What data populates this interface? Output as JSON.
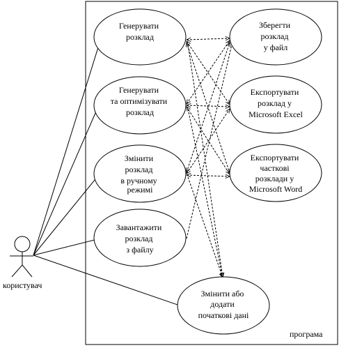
{
  "system": {
    "label": "програма"
  },
  "actor": {
    "label": "користувач"
  },
  "use_cases": {
    "generate": {
      "lines": [
        "Генерувати",
        "розклад"
      ]
    },
    "generate_optimize": {
      "lines": [
        "Генерувати",
        "та оптимізувати",
        "розклад"
      ]
    },
    "edit_manual": {
      "lines": [
        "Змінити",
        "розклад",
        "в ручному",
        "режимі"
      ]
    },
    "load_file": {
      "lines": [
        "Завантажити",
        "розклад",
        "з файлу"
      ]
    },
    "save_file": {
      "lines": [
        "Зберегти",
        "розклад",
        "у файл"
      ]
    },
    "export_excel": {
      "lines": [
        "Експортувати",
        "розклад у",
        "Microsoft Excel"
      ]
    },
    "export_word": {
      "lines": [
        "Експортувати",
        "часткові",
        "розклади у",
        "Microsoft Word"
      ]
    },
    "edit_initial": {
      "lines": [
        "Змінити або",
        "додати",
        "початкові дані"
      ]
    }
  }
}
